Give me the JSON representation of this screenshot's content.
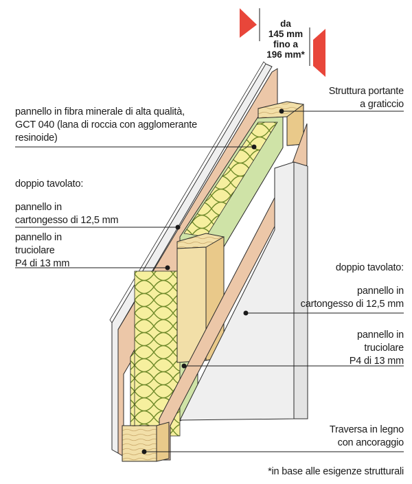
{
  "dimension": {
    "label": "da\n145 mm\nfino a\n196 mm*"
  },
  "labels": {
    "mineral_fibre_panel": "pannello in fibra minerale di alta qualità,\nGCT 040 (lana di roccia con agglomerante\nresinoide)",
    "double_boarding_left": "doppio tavolato:",
    "plasterboard_left": "pannello in\ncartongesso di 12,5 mm",
    "chipboard_left": "pannello in\ntruciolare\nP4 di 13 mm",
    "load_bearing_frame": "Struttura portante\na graticcio",
    "double_boarding_right": "doppio tavolato:",
    "plasterboard_right": "pannello in\ncartongesso di 12,5 mm",
    "chipboard_right": "pannello in\ntruciolare\nP4 di 13 mm",
    "timber_crossbeam": "Traversa in legno\ncon ancoraggio"
  },
  "footnote": "*in base alle esigenze strutturali",
  "colors": {
    "plasterboard": "#efefef",
    "chipboard": "#ecc7a8",
    "timber": "#f2dfa8",
    "insulation_back": "#cfe3a7",
    "insulation_coil": "#f6ef9e",
    "marker": "#e8463a",
    "line": "#1a1a1a"
  }
}
